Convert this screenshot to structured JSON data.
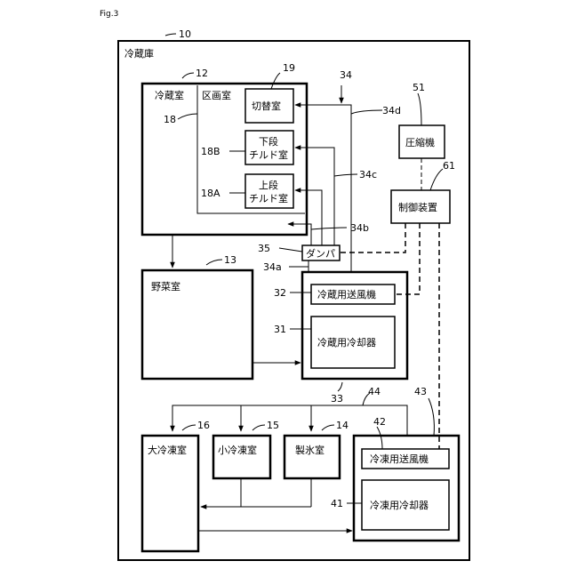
{
  "figure_label": "Fig.3",
  "labels": {
    "refrigerator": "冷蔵庫",
    "fridge_room": "冷蔵室",
    "partition_room": "区画室",
    "switch_room": "切替室",
    "lower_chilled_l1": "下段",
    "lower_chilled_l2": "チルド室",
    "upper_chilled_l1": "上段",
    "upper_chilled_l2": "チルド室",
    "damper": "ダンパ",
    "compressor": "圧縮機",
    "controller": "制御装置",
    "vegetable_room": "野菜室",
    "fridge_fan": "冷蔵用送風機",
    "fridge_cooler": "冷蔵用冷却器",
    "large_freezer": "大冷凍室",
    "small_freezer": "小冷凍室",
    "ice_room": "製氷室",
    "freezer_fan": "冷凍用送風機",
    "freezer_cooler": "冷凍用冷却器"
  },
  "refs": {
    "r10": "10",
    "r12": "12",
    "r19": "19",
    "r34": "34",
    "r51": "51",
    "r34d": "34d",
    "r18": "18",
    "r18B": "18B",
    "r34c": "34c",
    "r61": "61",
    "r18A": "18A",
    "r34b": "34b",
    "r35": "35",
    "r34a": "34a",
    "r13": "13",
    "r32": "32",
    "r31": "31",
    "r33": "33",
    "r44": "44",
    "r43": "43",
    "r16": "16",
    "r15": "15",
    "r14": "14",
    "r42": "42",
    "r41": "41"
  }
}
